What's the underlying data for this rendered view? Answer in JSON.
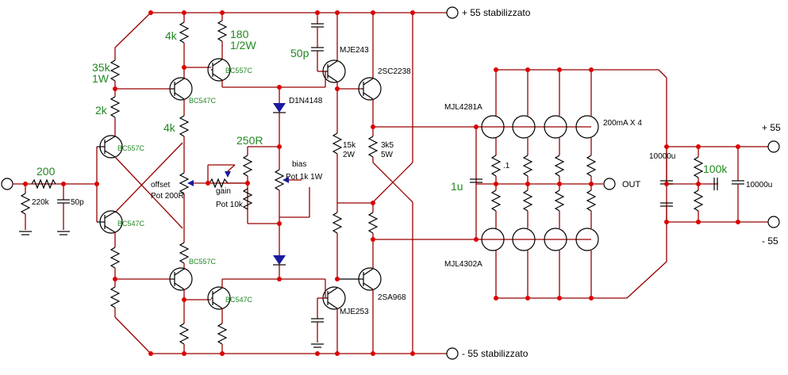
{
  "rails": {
    "pos_stab": "+ 55 stabilizzato",
    "neg_stab": "- 55 stabilizzato",
    "pos_supply": "+ 55",
    "neg_supply": "- 55"
  },
  "output_label": "OUT",
  "components": {
    "r_in": "200",
    "r_in_shunt": "220k",
    "c_in": "50p",
    "r_35k": "35k",
    "r_35k_power": "1W",
    "r_2k": "2k",
    "r_4k_top": "4k",
    "r_4k_mid": "4k",
    "r_180": "180",
    "r_180_power": "1/2W",
    "c_50p_vas": "50p",
    "r_250": "250R",
    "r_15k": "15k",
    "r_15k_power": "2W",
    "r_3k5": "3k5",
    "r_3k5_power": "5W",
    "c_1u": "1u",
    "r_point1": ".1",
    "c_10000_left": "10000u",
    "c_10000_right": "10000u",
    "r_100k": "100k"
  },
  "transistors": {
    "q_bc557_left": "BC557C",
    "q_bc547_left": "BC547C",
    "q_bc547_top": "BC547C",
    "q_bc557_top": "BC557C",
    "q_bc557_bottom": "BC557C",
    "q_bc547_bottom": "BC547C",
    "q_mje243": "MJE243",
    "q_mje253": "MJE253",
    "q_2sc2238": "2SC2238",
    "q_2sa968": "2SA968",
    "q_mjl4281": "MJL4281A",
    "q_mjl4302": "MJL4302A",
    "output_count": "200mA X 4"
  },
  "diodes": {
    "d1": "D1N4148"
  },
  "trimmers": {
    "offset": "offset",
    "offset_value": "Pot 200R",
    "gain": "gain",
    "gain_value": "Pot 10k",
    "bias": "bias",
    "bias_value": "Pot 1k 1W"
  },
  "colors": {
    "wire": "#990000",
    "junction": "#dd0000",
    "component_text": "#228822"
  }
}
